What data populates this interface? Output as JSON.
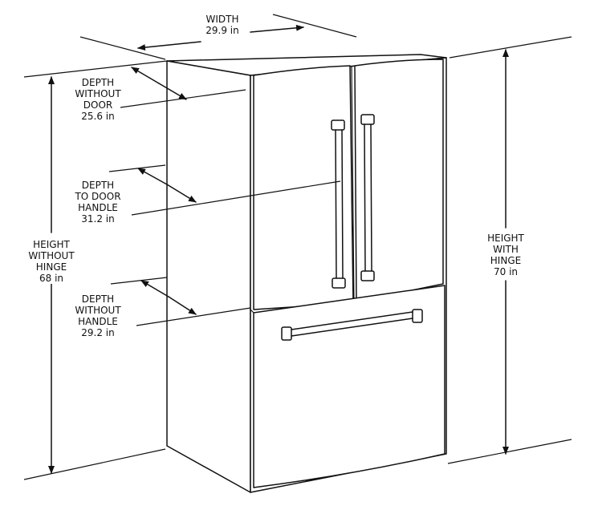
{
  "labels": {
    "width": {
      "title": "WIDTH",
      "value": "29.9 in"
    },
    "depth_without_door": {
      "line1": "DEPTH",
      "line2": "WITHOUT",
      "line3": "DOOR",
      "value": "25.6 in"
    },
    "depth_to_door_handle": {
      "line1": "DEPTH",
      "line2": "TO DOOR",
      "line3": "HANDLE",
      "value": "31.2 in"
    },
    "depth_without_handle": {
      "line1": "DEPTH",
      "line2": "WITHOUT",
      "line3": "HANDLE",
      "value": "29.2 in"
    },
    "height_without_hinge": {
      "line1": "HEIGHT",
      "line2": "WITHOUT",
      "line3": "HINGE",
      "value": "68 in"
    },
    "height_with_hinge": {
      "line1": "HEIGHT",
      "line2": "WITH",
      "line3": "HINGE",
      "value": "70 in"
    }
  },
  "colors": {
    "line": "#111111",
    "background": "#ffffff"
  }
}
